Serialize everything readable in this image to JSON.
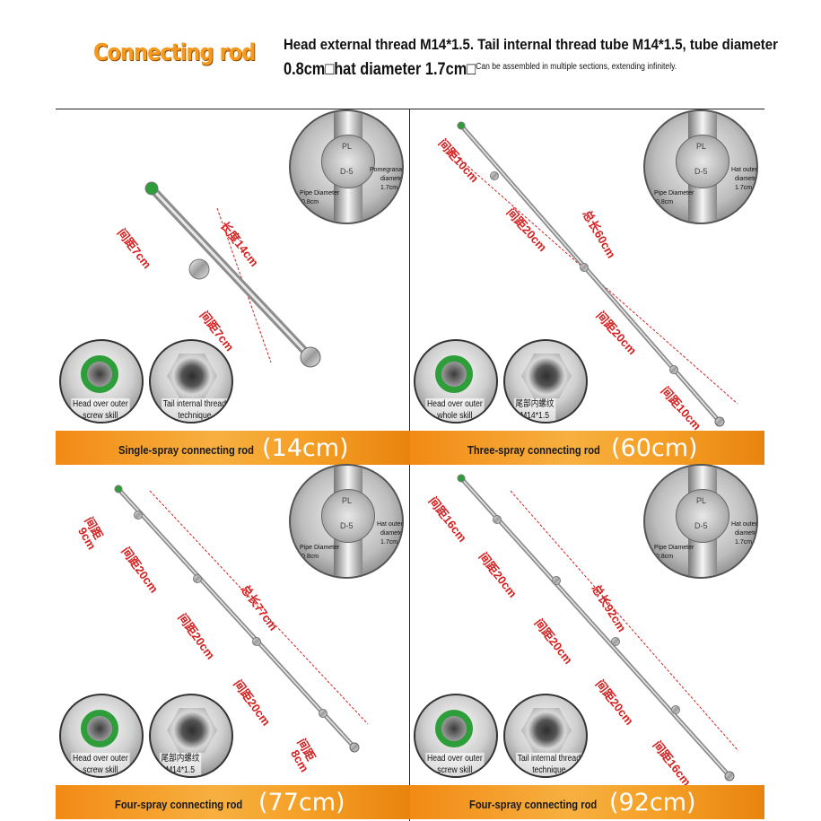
{
  "header": {
    "brand": "Connecting rod",
    "spec_line1": "Head external thread M14*1.5. Tail internal thread tube M14*1.5, tube diameter",
    "spec_line2_main": "0.8cm□hat diameter 1.7cm□",
    "spec_line2_small": "Can be assembled in multiple sections, extending infinitely."
  },
  "zoom_labels": {
    "pl": "PL",
    "d5": "D-5",
    "pipe_diameter": "Pipe Diameter",
    "pipe_value": "0.8cm",
    "hat_outer": "Hat outer",
    "hat_value": "1.7cm",
    "diameter": "diameter",
    "pomegranate_outer": "Pomegranate outer"
  },
  "panels": [
    {
      "banner_label": "Single-spray connecting rod",
      "banner_size": "(14cm)",
      "dims": [
        "间距7cm",
        "长度14cm",
        "间距7cm"
      ],
      "details": [
        {
          "label_lines": [
            "Head over outer",
            "screw skill"
          ]
        },
        {
          "label_lines": [
            "Tail internal thread",
            "technique"
          ]
        }
      ]
    },
    {
      "banner_label": "Three-spray connecting rod",
      "banner_size": "(60cm)",
      "dims": [
        "间距10cm",
        "间距20cm",
        "总长60cm",
        "间距20cm",
        "间距10cm"
      ],
      "details": [
        {
          "label_lines": [
            "Head over outer",
            "whole skill"
          ]
        },
        {
          "label_lines": [
            "尾部内螺纹",
            "M14*1.5"
          ]
        }
      ]
    },
    {
      "banner_label": "Four-spray connecting rod",
      "banner_size": "(77cm)",
      "dims": [
        "间距",
        "9cm",
        "间距20cm",
        "总长77cm",
        "间距20cm",
        "间距20cm",
        "间距",
        "8cm"
      ],
      "details": [
        {
          "label_lines": [
            "Head over outer",
            "screw skill"
          ]
        },
        {
          "label_lines": [
            "尾部内螺纹",
            "M14*1.5"
          ]
        }
      ]
    },
    {
      "banner_label": "Four-spray connecting rod",
      "banner_size": "(92cm)",
      "dims": [
        "间距16cm",
        "间距20cm",
        "总长92cm",
        "间距20cm",
        "间距20cm",
        "间距16cm"
      ],
      "details": [
        {
          "label_lines": [
            "Head over outer",
            "screw skill"
          ]
        },
        {
          "label_lines": [
            "Tail internal thread",
            "technique"
          ]
        }
      ]
    }
  ],
  "colors": {
    "banner_orange": "#f28a14",
    "dim_red": "#d62020",
    "brand_orange": "#f59a1e",
    "seal_green": "#2e9e3a"
  }
}
